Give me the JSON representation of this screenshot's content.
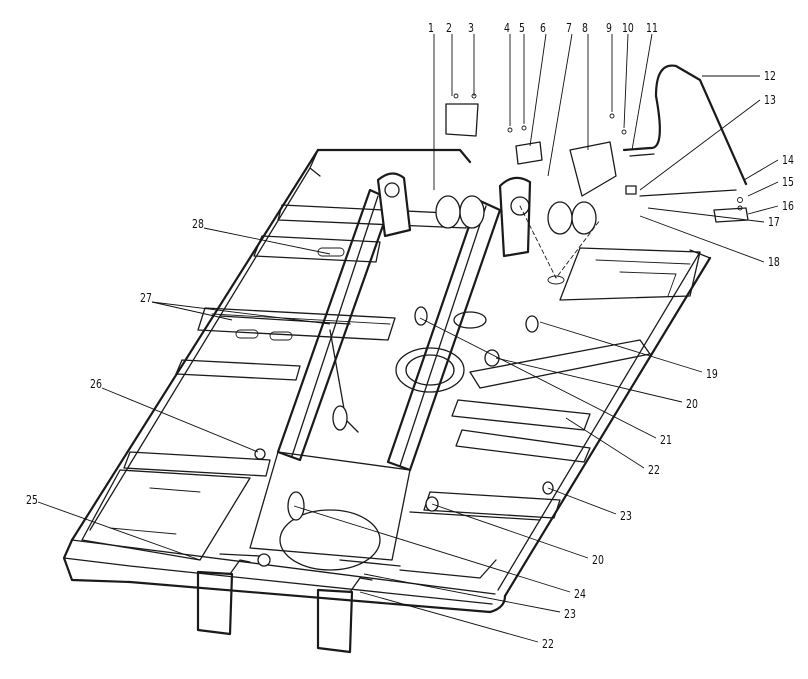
{
  "figure": {
    "background_color": "#ffffff",
    "line_color": "#1a1a1a",
    "callouts": [
      {
        "id": "c1",
        "label": "1"
      },
      {
        "id": "c2",
        "label": "2"
      },
      {
        "id": "c3",
        "label": "3"
      },
      {
        "id": "c4",
        "label": "4"
      },
      {
        "id": "c5",
        "label": "5"
      },
      {
        "id": "c6",
        "label": "6"
      },
      {
        "id": "c7",
        "label": "7"
      },
      {
        "id": "c8",
        "label": "8"
      },
      {
        "id": "c9",
        "label": "9"
      },
      {
        "id": "c10",
        "label": "10"
      },
      {
        "id": "c11",
        "label": "11"
      },
      {
        "id": "c12",
        "label": "12"
      },
      {
        "id": "c13",
        "label": "13"
      },
      {
        "id": "c14",
        "label": "14"
      },
      {
        "id": "c15",
        "label": "15"
      },
      {
        "id": "c16",
        "label": "16"
      },
      {
        "id": "c17",
        "label": "17"
      },
      {
        "id": "c18",
        "label": "18"
      },
      {
        "id": "c19",
        "label": "19"
      },
      {
        "id": "c20a",
        "label": "20"
      },
      {
        "id": "c21",
        "label": "21"
      },
      {
        "id": "c22a",
        "label": "22"
      },
      {
        "id": "c23a",
        "label": "23"
      },
      {
        "id": "c20b",
        "label": "20"
      },
      {
        "id": "c24",
        "label": "24"
      },
      {
        "id": "c23b",
        "label": "23"
      },
      {
        "id": "c22b",
        "label": "22"
      },
      {
        "id": "c25",
        "label": "25"
      },
      {
        "id": "c26",
        "label": "26"
      },
      {
        "id": "c27",
        "label": "27"
      },
      {
        "id": "c28",
        "label": "28"
      }
    ]
  }
}
